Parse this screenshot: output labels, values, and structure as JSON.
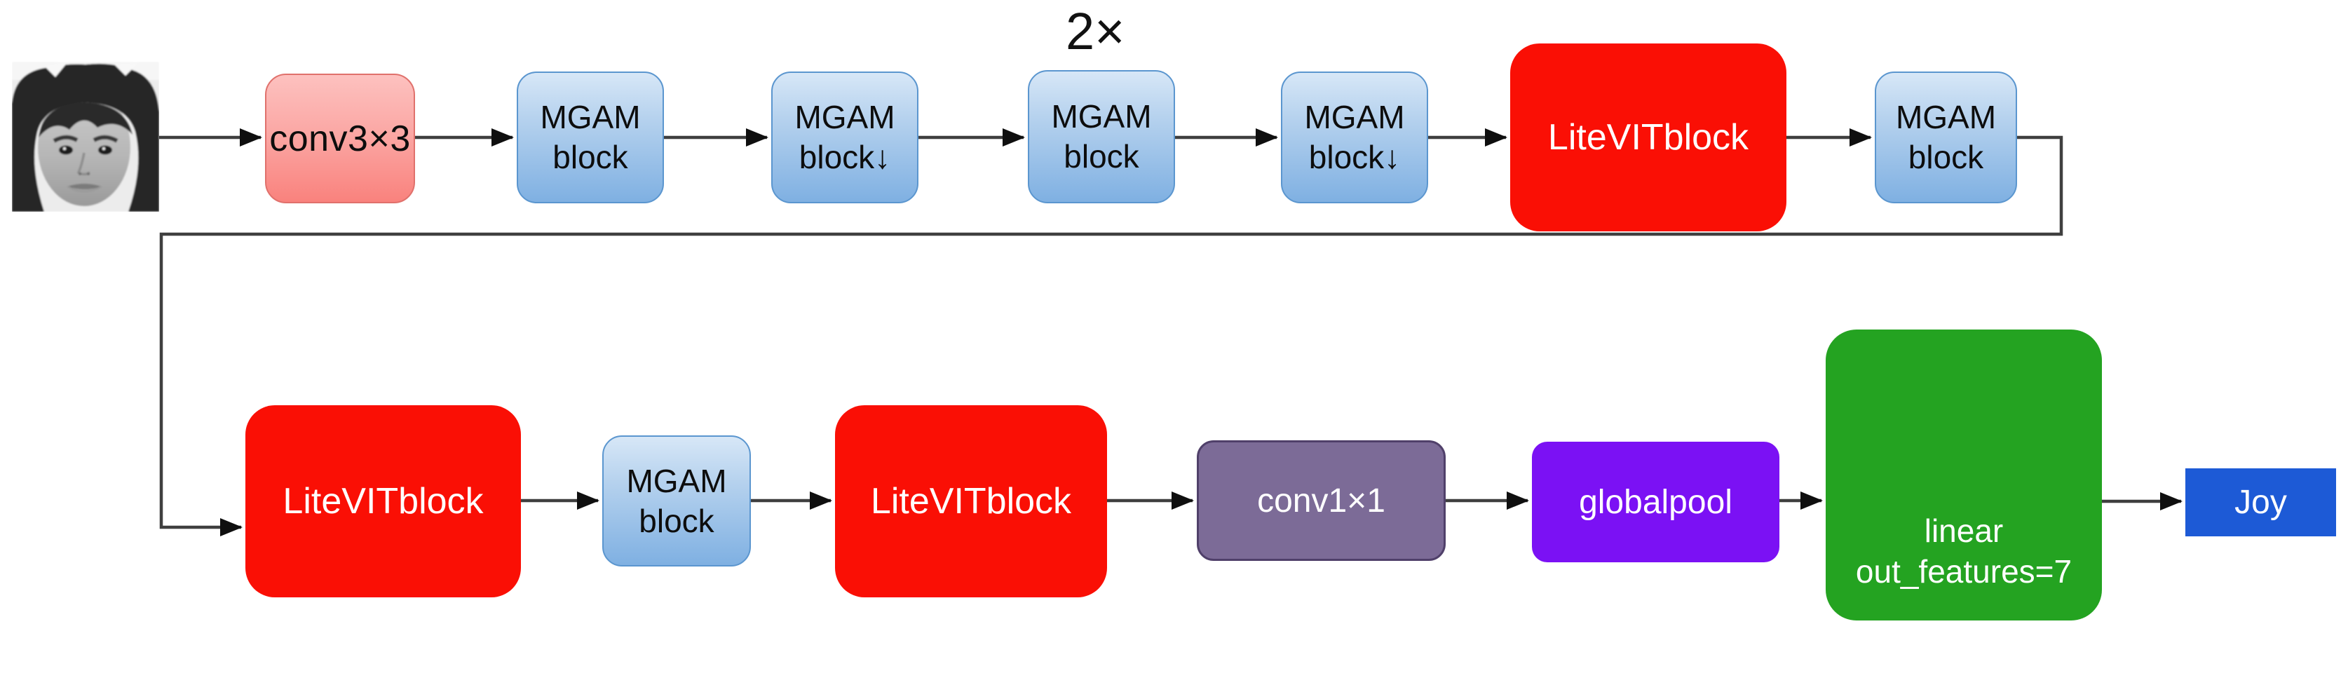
{
  "diagram": {
    "title": "LiteVIT facial-expression-recognition network architecture",
    "annotations": {
      "repeat_label": "2×"
    },
    "input": {
      "kind": "image",
      "alt": "grayscale-face-photo"
    },
    "nodes": {
      "conv3x3": {
        "label": "conv3×3",
        "color": "#f9827d",
        "shape": "rounded"
      },
      "mgam1": {
        "label": "MGAM\nblock",
        "color": "#7fb0e2",
        "shape": "rounded"
      },
      "mgam2": {
        "label": "MGAM\nblock↓",
        "color": "#7fb0e2",
        "shape": "rounded"
      },
      "mgam3": {
        "label": "MGAM\nblock",
        "color": "#7fb0e2",
        "shape": "rounded"
      },
      "mgam4": {
        "label": "MGAM\nblock↓",
        "color": "#7fb0e2",
        "shape": "rounded"
      },
      "litevit1": {
        "label": "LiteVITblock",
        "color": "#fa0f05",
        "shape": "rounded"
      },
      "mgam5": {
        "label": "MGAM\nblock",
        "color": "#7fb0e2",
        "shape": "rounded"
      },
      "litevit2": {
        "label": "LiteVITblock",
        "color": "#fa0f05",
        "shape": "rounded"
      },
      "mgam6": {
        "label": "MGAM\nblock",
        "color": "#7fb0e2",
        "shape": "rounded"
      },
      "litevit3": {
        "label": "LiteVITblock",
        "color": "#fa0f05",
        "shape": "rounded"
      },
      "conv1x1": {
        "label": "conv1×1",
        "color": "#7c6b97",
        "shape": "rounded"
      },
      "globalpool": {
        "label": "globalpool",
        "color": "#7b11f4",
        "shape": "rounded"
      },
      "linear": {
        "label": "linear\nout_features=7",
        "color": "#24a321",
        "shape": "rounded"
      },
      "output": {
        "label": "Joy",
        "color": "#1d5ad6",
        "shape": "rect"
      }
    },
    "edges": [
      {
        "from": "input",
        "to": "conv3x3"
      },
      {
        "from": "conv3x3",
        "to": "mgam1"
      },
      {
        "from": "mgam1",
        "to": "mgam2"
      },
      {
        "from": "mgam2",
        "to": "mgam3"
      },
      {
        "from": "mgam3",
        "to": "mgam4"
      },
      {
        "from": "mgam4",
        "to": "litevit1"
      },
      {
        "from": "litevit1",
        "to": "mgam5"
      },
      {
        "from": "mgam5",
        "to": "litevit2",
        "route": "wrap-around"
      },
      {
        "from": "litevit2",
        "to": "mgam6"
      },
      {
        "from": "mgam6",
        "to": "litevit3"
      },
      {
        "from": "litevit3",
        "to": "conv1x1"
      },
      {
        "from": "conv1x1",
        "to": "globalpool"
      },
      {
        "from": "globalpool",
        "to": "linear"
      },
      {
        "from": "linear",
        "to": "output"
      }
    ],
    "colors": {
      "background": "#ffffff",
      "wire": "#3f3f3f",
      "arrowhead": "#0f0f0f",
      "mgam_fill_top": "#d7e7f7",
      "mgam_fill_bottom": "#7fb0e2",
      "mgam_border": "#5b96cf",
      "conv3x3_fill_top": "#fdc1bf",
      "conv3x3_fill_bottom": "#f9827d",
      "conv3x3_border": "#e0716c",
      "litevit_fill": "#fa0f05",
      "conv1x1_fill": "#7c6b97",
      "conv1x1_border": "#50406a",
      "globalpool_fill": "#7b11f4",
      "linear_fill": "#24a321",
      "output_fill": "#1d5ad6",
      "label_dark": "#0d0d0d",
      "label_light": "#ffffff"
    }
  }
}
